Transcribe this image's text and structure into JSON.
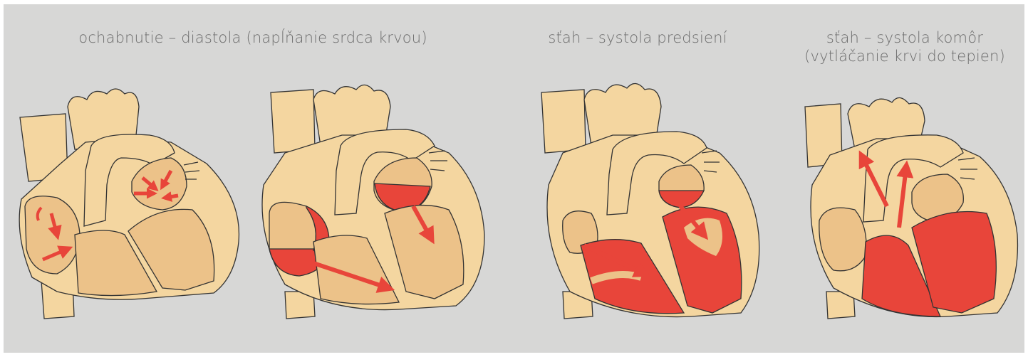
{
  "captions": {
    "diastole": "ochabnutie – diastola (napĺňanie srdca krvou)",
    "atrial_systole": "sťah – systola predsiení",
    "ventricular_systole_line1": "sťah – systola komôr",
    "ventricular_systole_line2": "(vytláčanie krvi do tepien)"
  },
  "colors": {
    "background": "#d7d7d6",
    "heart_wall": "#f4d6a0",
    "chamber": "#ecc289",
    "blood": "#e8453a",
    "outline": "#333333"
  },
  "figures": [
    {
      "name": "heart-diastole-1",
      "phase": "diastole"
    },
    {
      "name": "heart-diastole-2",
      "phase": "diastole"
    },
    {
      "name": "heart-atrial-systole",
      "phase": "atrial systole"
    },
    {
      "name": "heart-ventricular-systole",
      "phase": "ventricular systole"
    }
  ]
}
